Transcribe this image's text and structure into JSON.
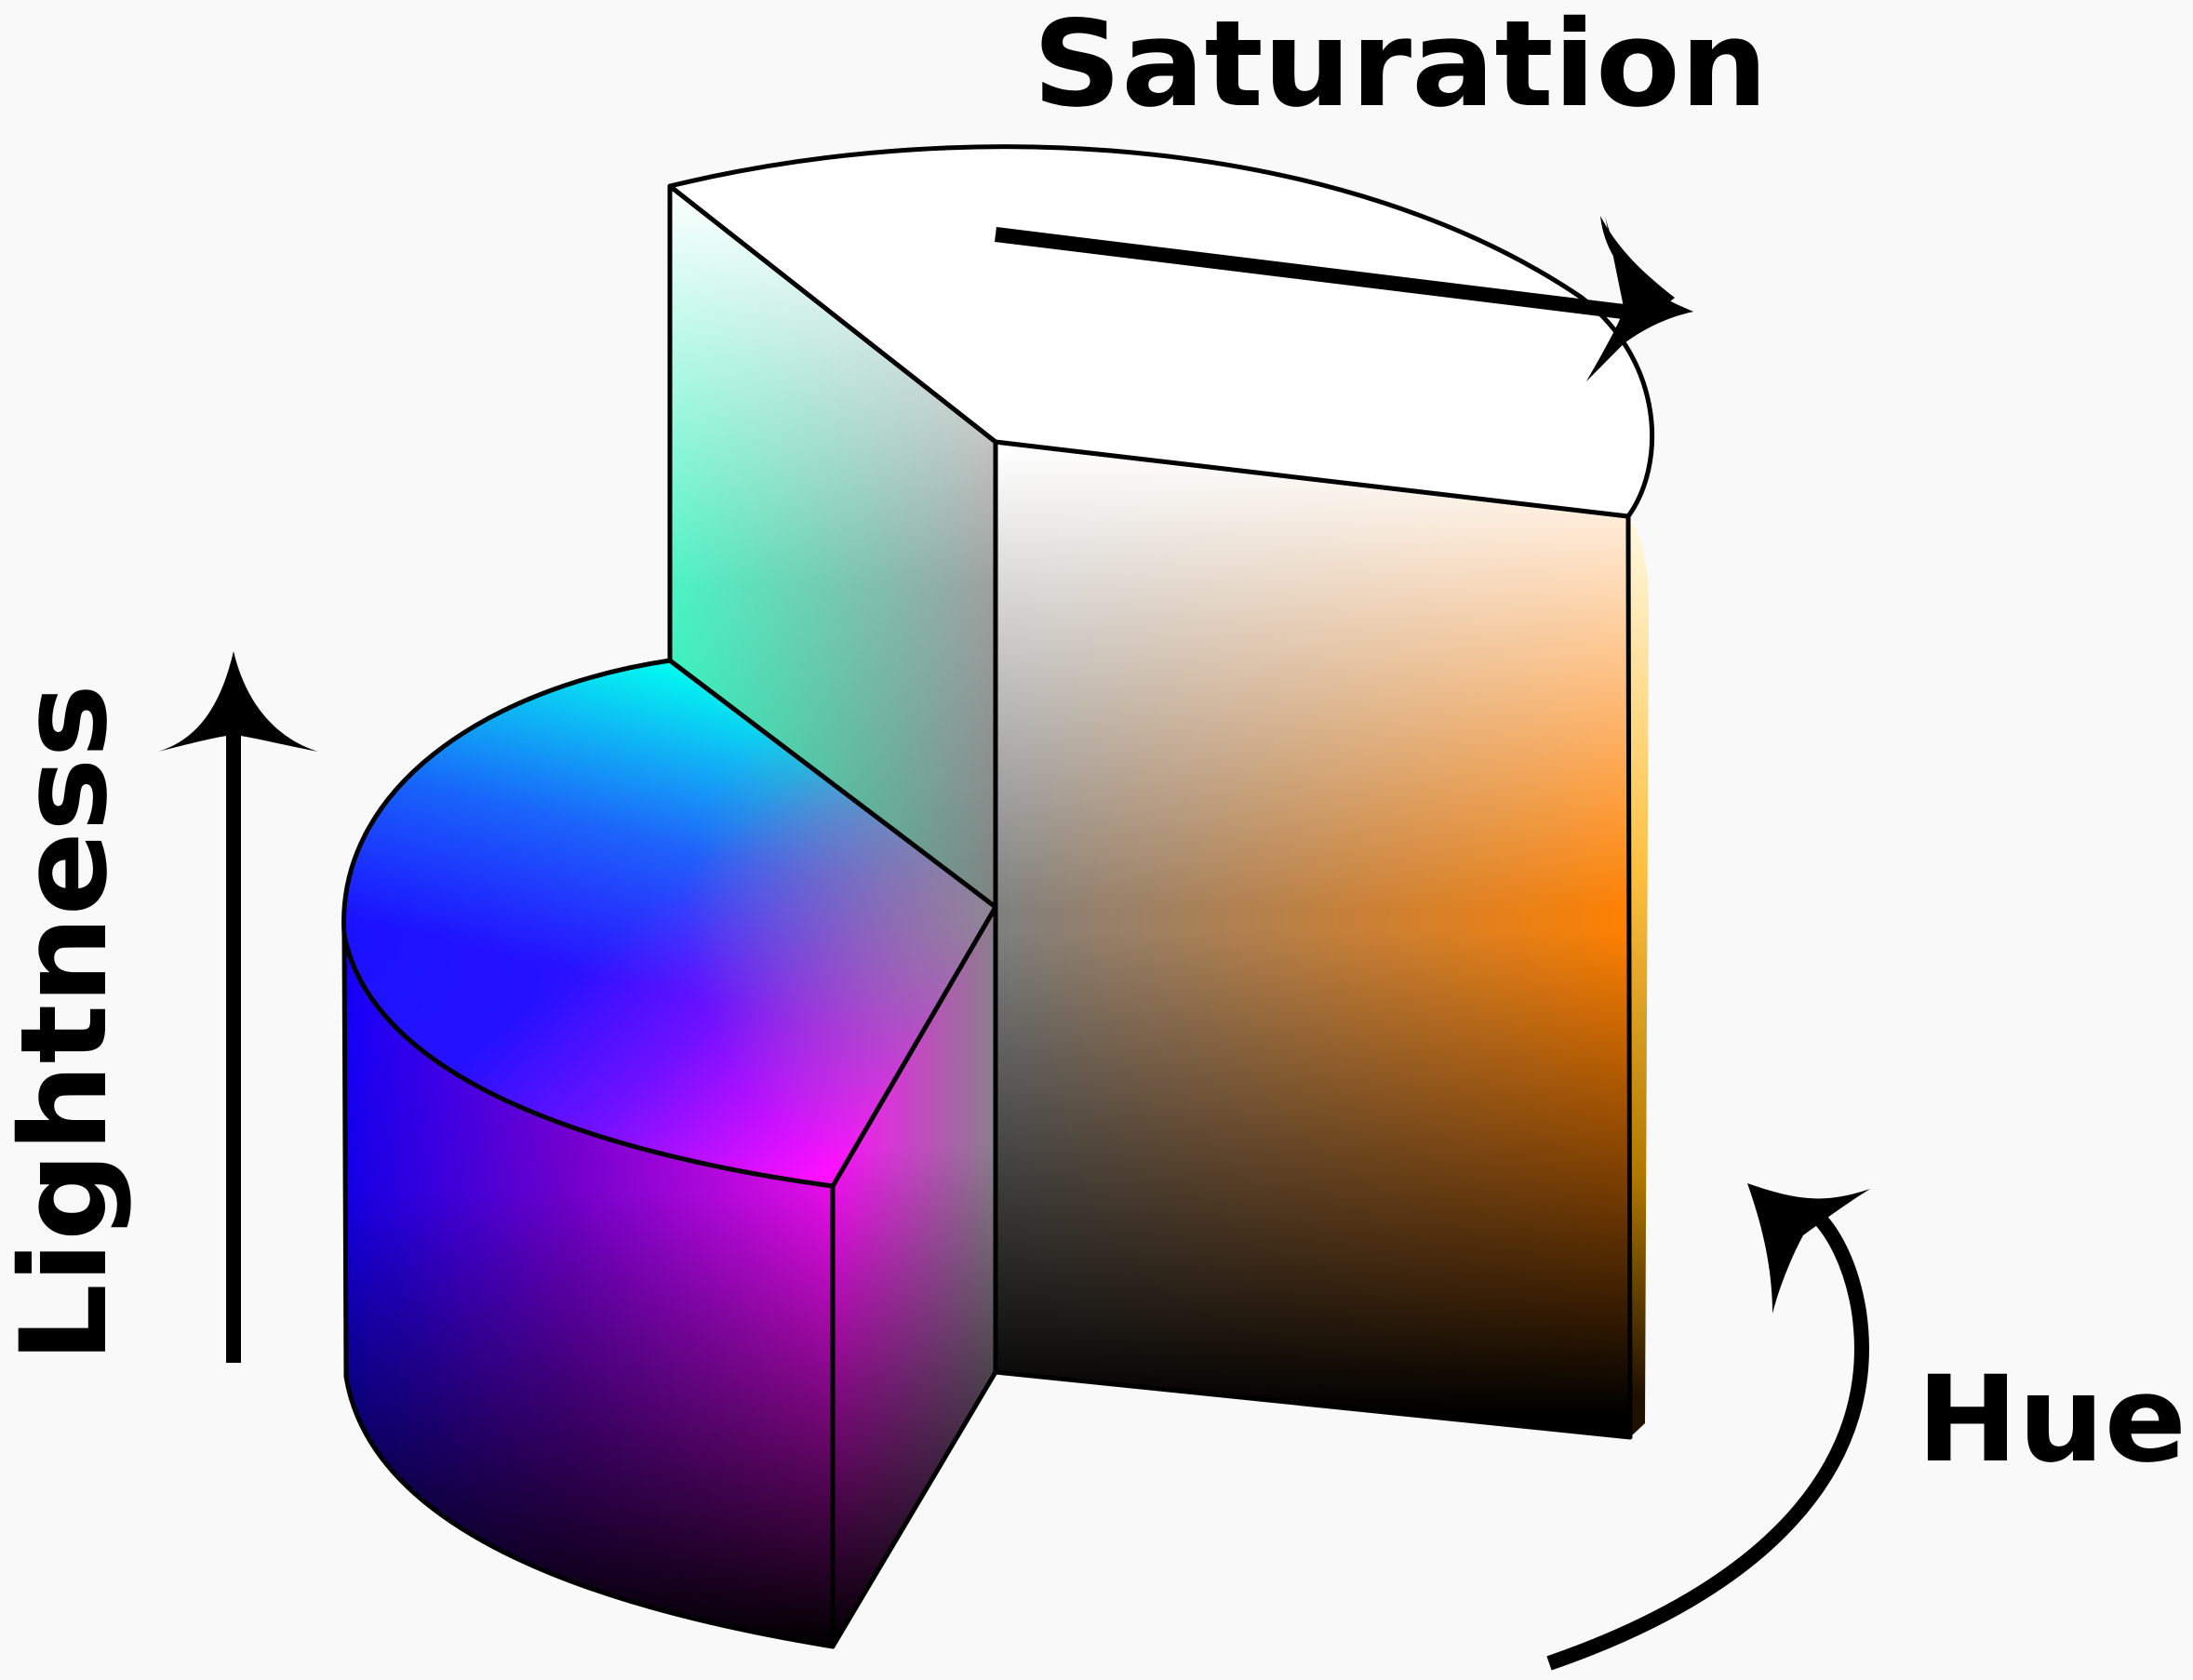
{
  "labels": {
    "saturation": "Saturation",
    "lightness": "Lightness",
    "hue": "Hue"
  },
  "colors": {
    "background": "#f9f9f9",
    "outline": "#000000",
    "cyan": "#00ffe6",
    "blue": "#0010ff",
    "magenta": "#ff10ff",
    "orange": "#ff8000",
    "green": "#20e0a0",
    "white": "#ffffff",
    "black": "#000000"
  }
}
